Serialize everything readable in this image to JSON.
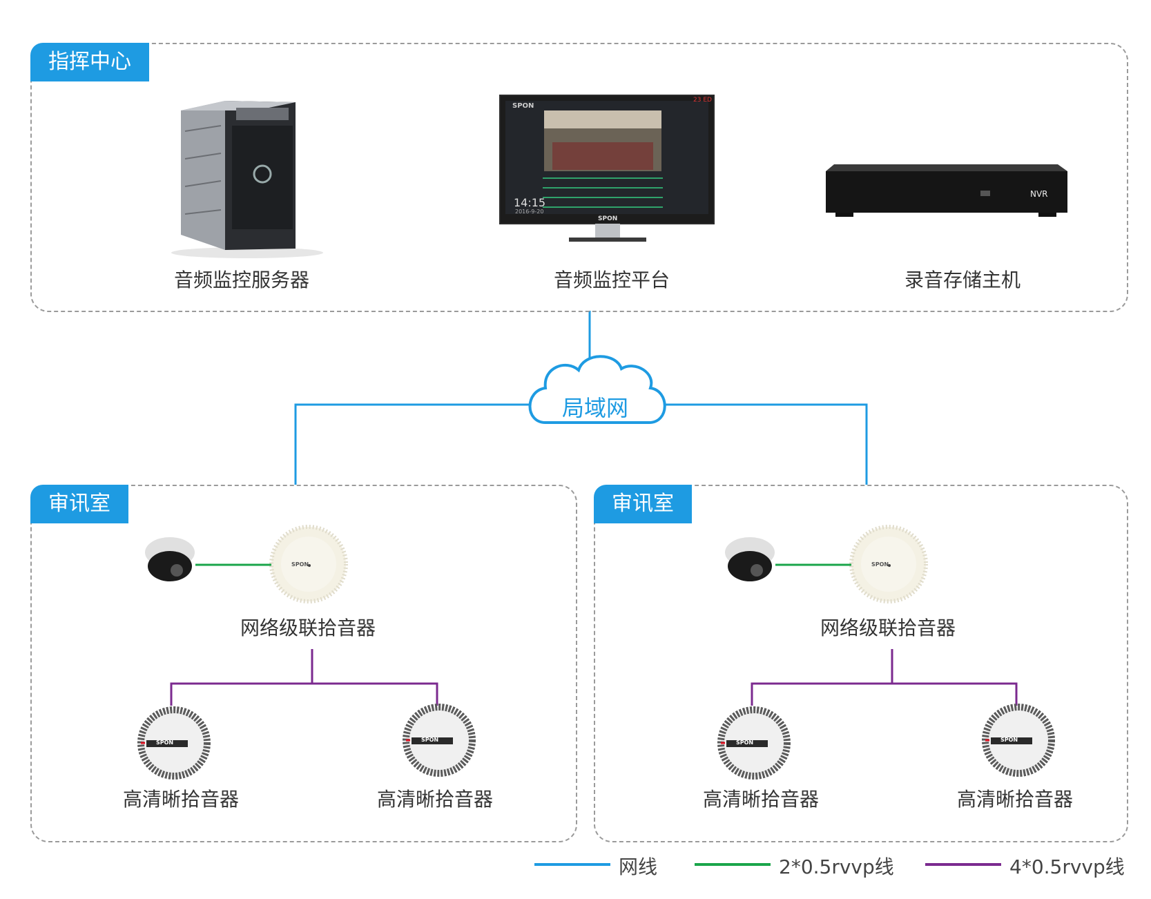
{
  "colors": {
    "accent": "#1e9be2",
    "network": "#1e9be2",
    "rvvp2": "#1aa54a",
    "rvvp4": "#7b2a8f"
  },
  "command_center": {
    "title": "指挥中心",
    "devices": [
      {
        "name": "音频监控服务器",
        "icon": "tower-server-icon"
      },
      {
        "name": "音频监控平台",
        "icon": "monitor-icon"
      },
      {
        "name": "录音存储主机",
        "icon": "nvr-icon"
      }
    ],
    "monitor_screen": {
      "brand": "SPON",
      "time": "14:15",
      "date": "2016-9-20",
      "badge": "23 ED"
    },
    "nvr_label": "NVR"
  },
  "network": {
    "name": "局域网",
    "icon": "cloud-icon"
  },
  "rooms": [
    {
      "title": "审讯室",
      "cascade": "网络级联拾音器",
      "pickups": [
        "高清晰拾音器",
        "高清晰拾音器"
      ]
    },
    {
      "title": "审讯室",
      "cascade": "网络级联拾音器",
      "pickups": [
        "高清晰拾音器",
        "高清晰拾音器"
      ]
    }
  ],
  "device_brand": "SPON",
  "legend": [
    {
      "label": "网线",
      "color": "#1e9be2"
    },
    {
      "label": "2*0.5rvvp线",
      "color": "#1aa54a"
    },
    {
      "label": "4*0.5rvvp线",
      "color": "#7b2a8f"
    }
  ]
}
